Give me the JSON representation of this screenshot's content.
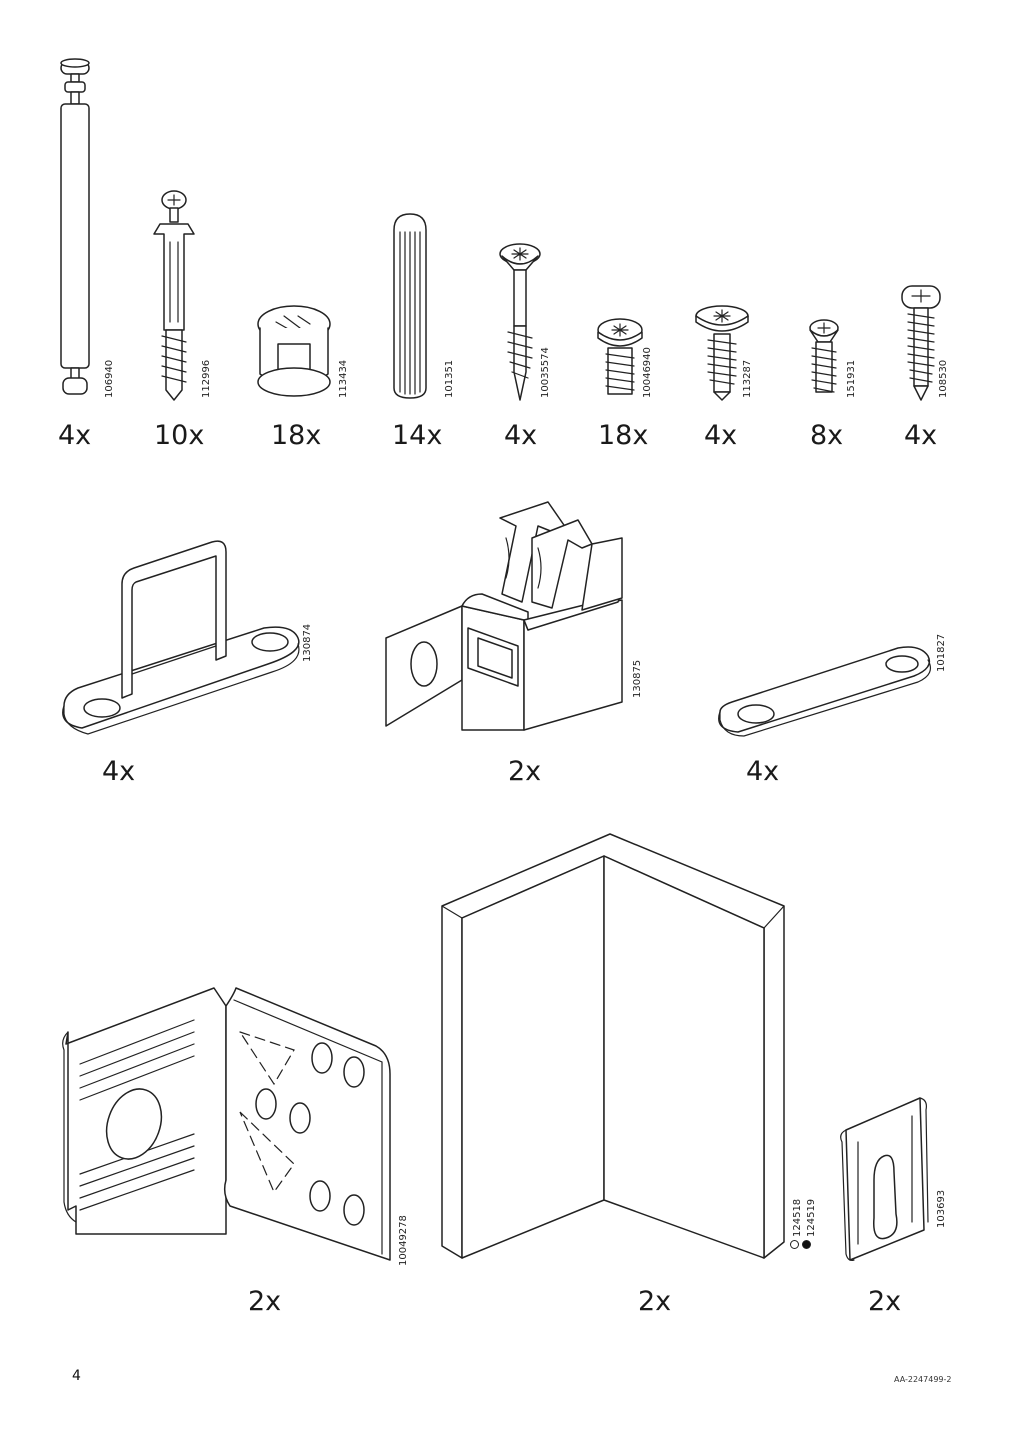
{
  "page": {
    "number": "4",
    "doc_id": "AA-2247499-2"
  },
  "row1": [
    {
      "qty": "4x",
      "code": "106940",
      "icon": "dowel-pin-icon"
    },
    {
      "qty": "10x",
      "code": "112996",
      "icon": "cam-bolt-icon"
    },
    {
      "qty": "18x",
      "code": "113434",
      "icon": "cam-lock-nut-icon"
    },
    {
      "qty": "14x",
      "code": "101351",
      "icon": "wooden-dowel-icon"
    },
    {
      "qty": "4x",
      "code": "10035574",
      "icon": "countersunk-screw-icon"
    },
    {
      "qty": "18x",
      "code": "10046940",
      "icon": "short-screw-icon"
    },
    {
      "qty": "4x",
      "code": "113287",
      "icon": "flange-screw-icon"
    },
    {
      "qty": "8x",
      "code": "151931",
      "icon": "small-screw-icon"
    },
    {
      "qty": "4x",
      "code": "108530",
      "icon": "pan-head-screw-icon"
    }
  ],
  "row2": [
    {
      "qty": "4x",
      "code": "130874",
      "icon": "loop-bracket-icon"
    },
    {
      "qty": "2x",
      "code": "130875",
      "icon": "clip-bracket-icon"
    },
    {
      "qty": "4x",
      "code": "101827",
      "icon": "connector-plate-icon"
    }
  ],
  "row3": [
    {
      "qty": "2x",
      "code": "10049278",
      "icon": "angle-bracket-icon"
    },
    {
      "qty": "2x",
      "codes": [
        "124518",
        "124519"
      ],
      "icon": "corner-panel-icon"
    },
    {
      "qty": "2x",
      "code": "103693",
      "icon": "wall-hanger-icon"
    }
  ]
}
